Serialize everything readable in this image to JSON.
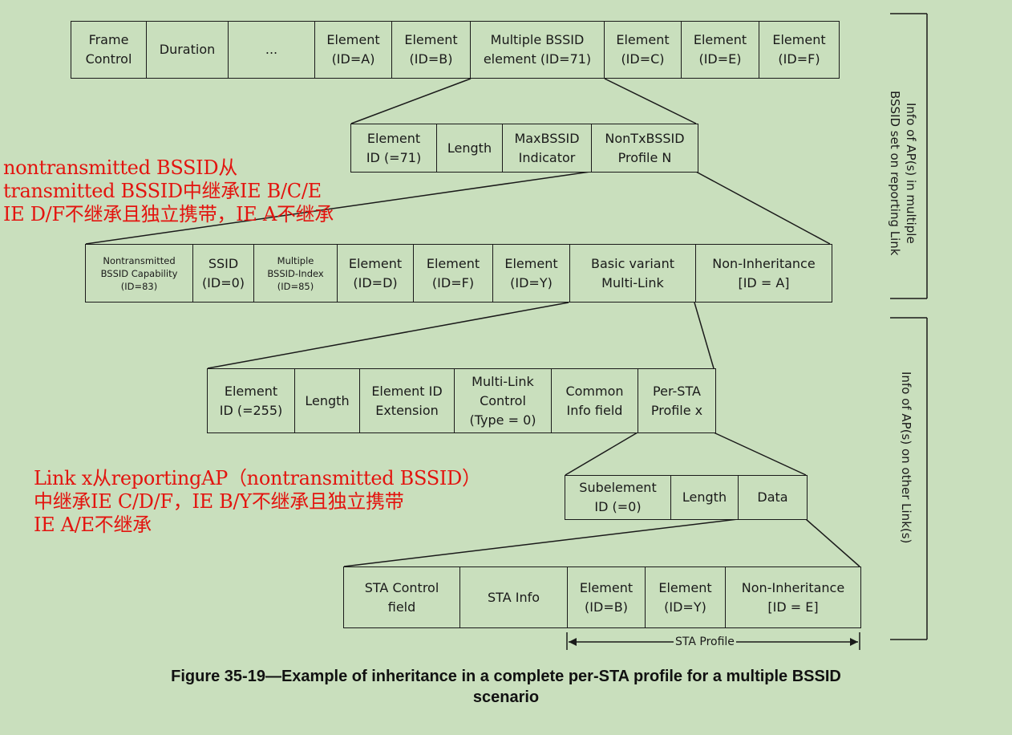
{
  "row1": [
    "Frame\nControl",
    "Duration",
    "...",
    "Element\n(ID=A)",
    "Element\n(ID=B)",
    "Multiple BSSID\nelement (ID=71)",
    "Element\n(ID=C)",
    "Element\n(ID=E)",
    "Element\n(ID=F)"
  ],
  "row2": [
    "Element\nID (=71)",
    "Length",
    "MaxBSSID\nIndicator",
    "NonTxBSSID\nProfile N"
  ],
  "row3": [
    "Nontransmitted\nBSSID Capability\n(ID=83)",
    "SSID\n(ID=0)",
    "Multiple\nBSSID-Index\n(ID=85)",
    "Element\n(ID=D)",
    "Element\n(ID=F)",
    "Element\n(ID=Y)",
    "Basic variant\nMulti-Link",
    "Non-Inheritance\n[ID = A]"
  ],
  "row4": [
    "Element\nID (=255)",
    "Length",
    "Element ID\nExtension",
    "Multi-Link\nControl\n(Type = 0)",
    "Common\nInfo field",
    "Per-STA\nProfile x"
  ],
  "row5": [
    "Subelement\nID (=0)",
    "Length",
    "Data"
  ],
  "row6": [
    "STA Control\nfield",
    "STA Info",
    "Element\n(ID=B)",
    "Element\n(ID=Y)",
    "Non-Inheritance\n[ID = E]"
  ],
  "sta_profile_label": "STA Profile",
  "note1": "nontransmitted BSSID从\ntransmitted BSSID中继承IE B/C/E\nIE D/F不继承且独立携带，IE A不继承",
  "note2": "Link x从reportingAP（nontransmitted BSSID）\n中继承IE C/D/F，IE B/Y不继承且独立携带\nIE A/E不继承",
  "side_top": "Info of AP(s) in multiple\nBSSID set on reporting Link",
  "side_bottom": "Info of AP(s) on other Link(s)",
  "caption": "Figure 35-19—Example of inheritance in a complete per-STA profile for a multiple BSSID\nscenario",
  "colors": {
    "background": "#c9dfbd",
    "annotation": "#e3140f",
    "line": "#1a1a1a"
  }
}
